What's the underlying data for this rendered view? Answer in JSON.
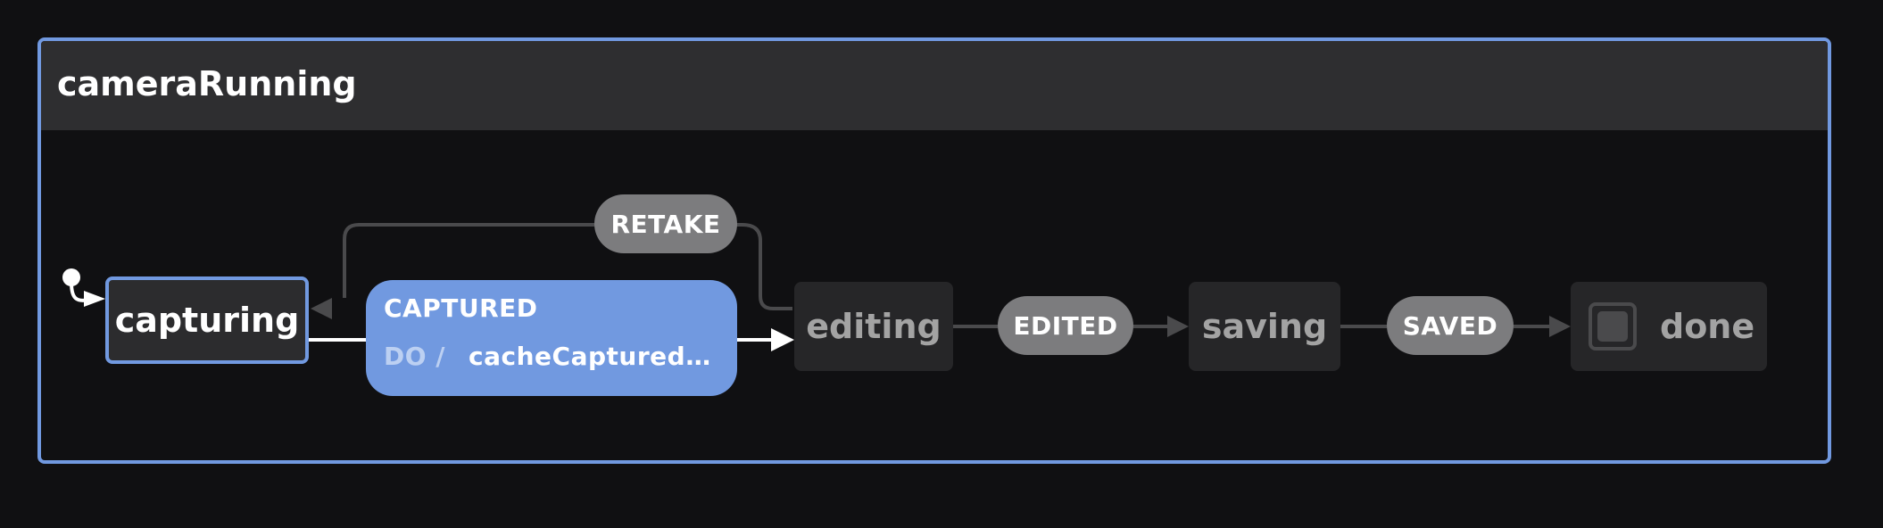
{
  "machine": {
    "title": "cameraRunning",
    "accent_color": "#7199e0"
  },
  "states": {
    "capturing": {
      "label": "capturing",
      "active": true
    },
    "editing": {
      "label": "editing",
      "active": false
    },
    "saving": {
      "label": "saving",
      "active": false
    },
    "done": {
      "label": "done",
      "active": false,
      "final": true
    }
  },
  "events": {
    "captured": {
      "label": "CAPTURED",
      "action_kind": "DO /",
      "action_name": "cacheCapturedImage",
      "active": true
    },
    "retake": {
      "label": "RETAKE",
      "active": false
    },
    "edited": {
      "label": "EDITED",
      "active": false
    },
    "saved": {
      "label": "SAVED",
      "active": false
    }
  }
}
